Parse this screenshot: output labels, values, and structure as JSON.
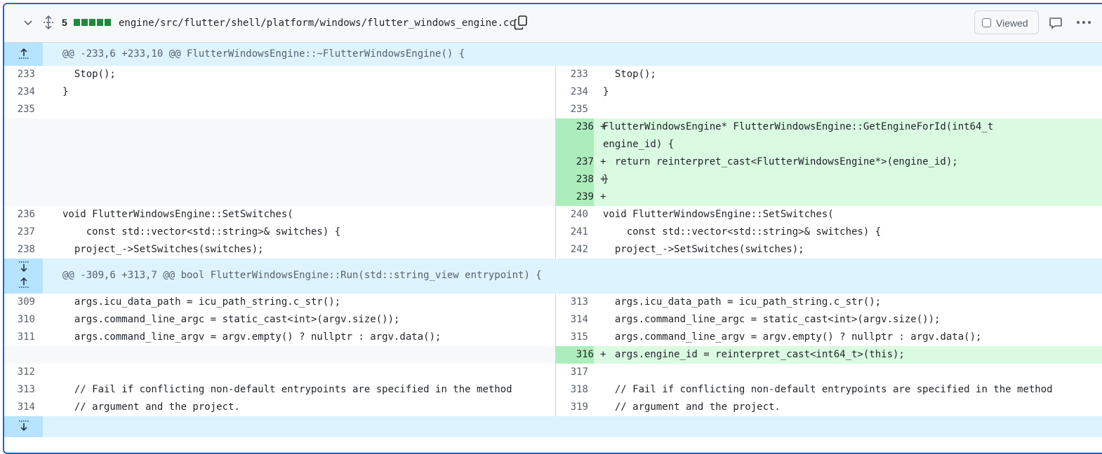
{
  "header": {
    "changes_count": "5",
    "file_path": "engine/src/flutter/shell/platform/windows/flutter_windows_engine.cc",
    "viewed_label": "Viewed",
    "add_color": "#1f883d"
  },
  "hunks": [
    "@@ -233,6 +233,10 @@ FlutterWindowsEngine::~FlutterWindowsEngine() {",
    "@@ -309,6 +313,7 @@ bool FlutterWindowsEngine::Run(std::string_view entrypoint) {"
  ],
  "lines": [
    {
      "ln": "233",
      "lc": "  Stop();",
      "rn": "233",
      "rc": "  Stop();"
    },
    {
      "ln": "234",
      "lc": "}",
      "rn": "234",
      "rc": "}"
    },
    {
      "ln": "235",
      "lc": "",
      "rn": "235",
      "rc": ""
    },
    {
      "rn": "236",
      "rc": "FlutterWindowsEngine* FlutterWindowsEngine::GetEngineForId(int64_t",
      "rc2": "engine_id) {",
      "mark": "+"
    },
    {
      "rn": "237",
      "rc": "  return reinterpret_cast<FlutterWindowsEngine*>(engine_id);",
      "mark": "+"
    },
    {
      "rn": "238",
      "rc": "}",
      "mark": "+"
    },
    {
      "rn": "239",
      "rc": "",
      "mark": "+"
    },
    {
      "ln": "236",
      "lc": "void FlutterWindowsEngine::SetSwitches(",
      "rn": "240",
      "rc": "void FlutterWindowsEngine::SetSwitches("
    },
    {
      "ln": "237",
      "lc": "    const std::vector<std::string>& switches) {",
      "rn": "241",
      "rc": "    const std::vector<std::string>& switches) {"
    },
    {
      "ln": "238",
      "lc": "  project_->SetSwitches(switches);",
      "rn": "242",
      "rc": "  project_->SetSwitches(switches);"
    },
    {
      "ln": "309",
      "lc": "  args.icu_data_path = icu_path_string.c_str();",
      "rn": "313",
      "rc": "  args.icu_data_path = icu_path_string.c_str();"
    },
    {
      "ln": "310",
      "lc": "  args.command_line_argc = static_cast<int>(argv.size());",
      "rn": "314",
      "rc": "  args.command_line_argc = static_cast<int>(argv.size());"
    },
    {
      "ln": "311",
      "lc": "  args.command_line_argv = argv.empty() ? nullptr : argv.data();",
      "rn": "315",
      "rc": "  args.command_line_argv = argv.empty() ? nullptr : argv.data();"
    },
    {
      "rn": "316",
      "rc": "  args.engine_id = reinterpret_cast<int64_t>(this);",
      "mark": "+"
    },
    {
      "ln": "312",
      "lc": "",
      "rn": "317",
      "rc": ""
    },
    {
      "ln": "313",
      "lc": "  // Fail if conflicting non-default entrypoints are specified in the method",
      "rn": "318",
      "rc": "  // Fail if conflicting non-default entrypoints are specified in the method"
    },
    {
      "ln": "314",
      "lc": "  // argument and the project.",
      "rn": "319",
      "rc": "  // argument and the project."
    }
  ]
}
